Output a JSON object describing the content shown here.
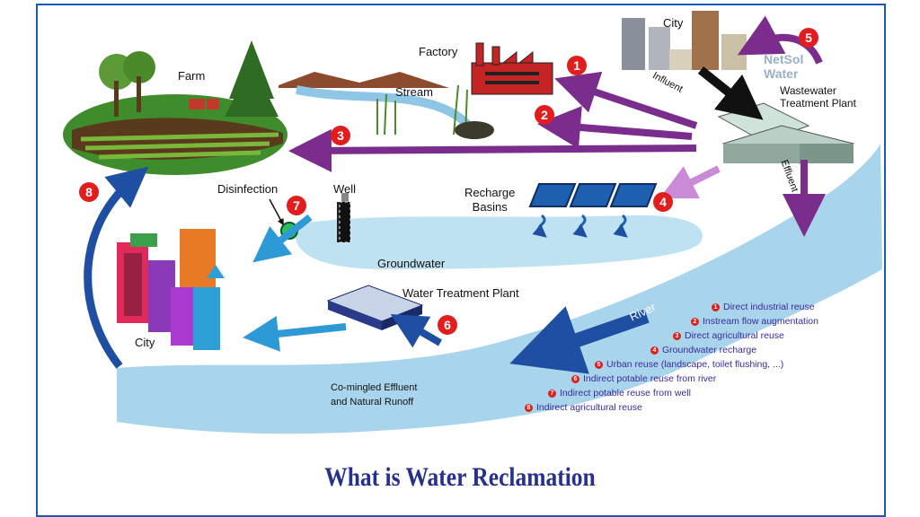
{
  "labels": {
    "city_top": "City",
    "factory": "Factory",
    "farm": "Farm",
    "stream": "Stream",
    "influent": "Influent",
    "wastewater_plant": "Wastewater\nTreatment Plant",
    "effluent": "Effluent",
    "recharge_basins": "Recharge\nBasins",
    "disinfection": "Disinfection",
    "well": "Well",
    "groundwater": "Groundwater",
    "water_treatment_plant": "Water Treatment Plant",
    "city_bottom": "City",
    "river": "River",
    "runoff": "Co-mingled Effluent\nand Natural Runoff"
  },
  "watermark": "NetSol\nWater",
  "badges": [
    "1",
    "2",
    "3",
    "4",
    "5",
    "6",
    "7",
    "8"
  ],
  "legend": [
    {
      "num": "1",
      "text": "Direct industrial reuse"
    },
    {
      "num": "2",
      "text": "Instream flow augmentation"
    },
    {
      "num": "3",
      "text": "Direct agricultural reuse"
    },
    {
      "num": "4",
      "text": "Groundwater recharge"
    },
    {
      "num": "5",
      "text": "Urban reuse (landscape, toilet flushing, ...)"
    },
    {
      "num": "6",
      "text": "Indirect potable reuse from river"
    },
    {
      "num": "7",
      "text": "Indirect potable reuse from well"
    },
    {
      "num": "8",
      "text": "Indirect agricultural reuse"
    }
  ],
  "title": "What is Water Reclamation",
  "colors": {
    "frame": "#1b58b8",
    "purple_arrow": "#7a2d8c",
    "blue_arrow": "#1e4fa3",
    "water": "#a8d4ec",
    "badge": "#e21d1d",
    "title": "#27308a"
  }
}
